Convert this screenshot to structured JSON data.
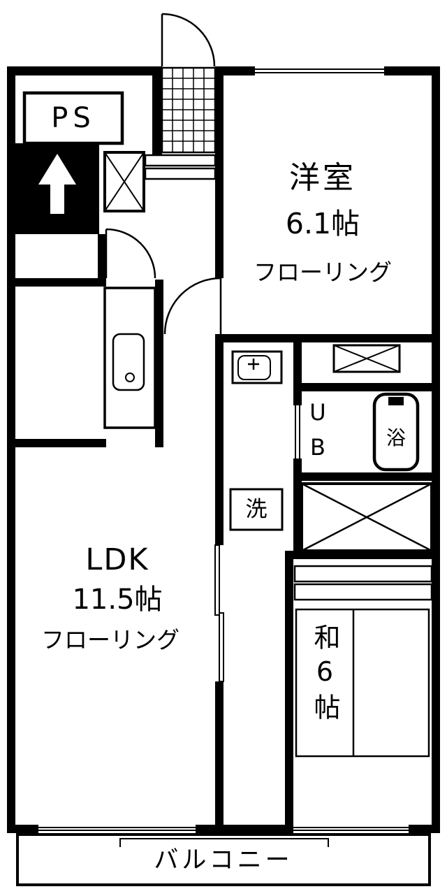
{
  "floorplan": {
    "ps": {
      "label": "PS"
    },
    "western_room": {
      "name": "洋室",
      "size": "6.1帖",
      "floor": "フローリング"
    },
    "unit_bath": {
      "label": "UB",
      "bathtub_label": "浴"
    },
    "laundry": {
      "label": "洗"
    },
    "ldk": {
      "name": "LDK",
      "size": "11.5帖",
      "floor": "フローリング"
    },
    "japanese_room": {
      "label": "和6帖"
    },
    "balcony": {
      "label": "バルコニー"
    },
    "icons": [
      "entrance-door-arc",
      "genkan-tile-grid",
      "shoe-step",
      "duct-x-box",
      "toilet-icon",
      "toilet-door-arc",
      "kitchen-counter",
      "kitchen-sink-icon",
      "western-room-door-arc",
      "closet-x-small",
      "unit-bath-door",
      "bathtub-icon",
      "washbasin-icon",
      "laundry-pan",
      "closet-x-large",
      "oshiire-sliding-doors",
      "tatami-lines",
      "ldk-sliding-door",
      "window-lines",
      "balcony-outline"
    ]
  }
}
